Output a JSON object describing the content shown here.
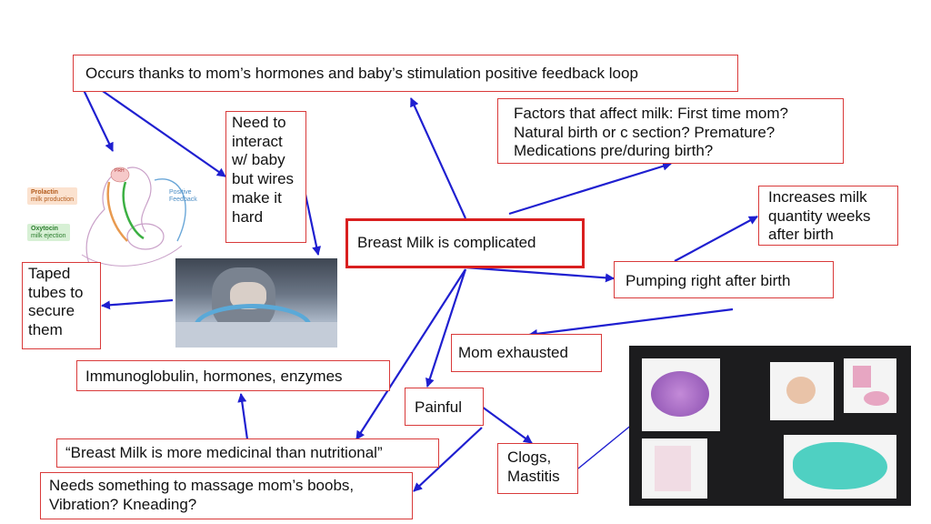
{
  "center": {
    "text": "Breast Milk is complicated"
  },
  "nodes": {
    "hormones": "Occurs thanks to mom’s hormones and baby’s stimulation positive feedback loop",
    "interact": [
      "Need to",
      "interact",
      "w/ baby",
      "but wires",
      "make it",
      "hard"
    ],
    "factors": [
      "Factors that affect milk: First time mom?",
      "Natural birth or c section? Premature?",
      "Medications pre/during birth?"
    ],
    "increases": [
      "Increases milk",
      "quantity weeks",
      "after birth"
    ],
    "pumping": "Pumping right after birth",
    "taped": [
      "Taped",
      "tubes to",
      "secure",
      "them"
    ],
    "exhausted": "Mom exhausted",
    "immuno": "Immunoglobulin, hormones, enzymes",
    "painful": "Painful",
    "medicinal": "“Breast Milk is more medicinal than nutritional”",
    "clogs": [
      "Clogs,",
      "Mastitis"
    ],
    "massage": [
      "Needs something to massage mom’s boobs,",
      "Vibration? Kneading?"
    ]
  },
  "illustration": {
    "prolactin": "Prolactin",
    "prolactin_sub": "milk production",
    "oxytocin": "Oxytocin",
    "oxytocin_sub": "milk ejection",
    "positive": "Positive",
    "feedback": "Feedback",
    "prh": "PRH"
  },
  "colors": {
    "arrow": "#1f1fd0",
    "border": "#d93a3a",
    "main_border": "#d91f1f"
  }
}
